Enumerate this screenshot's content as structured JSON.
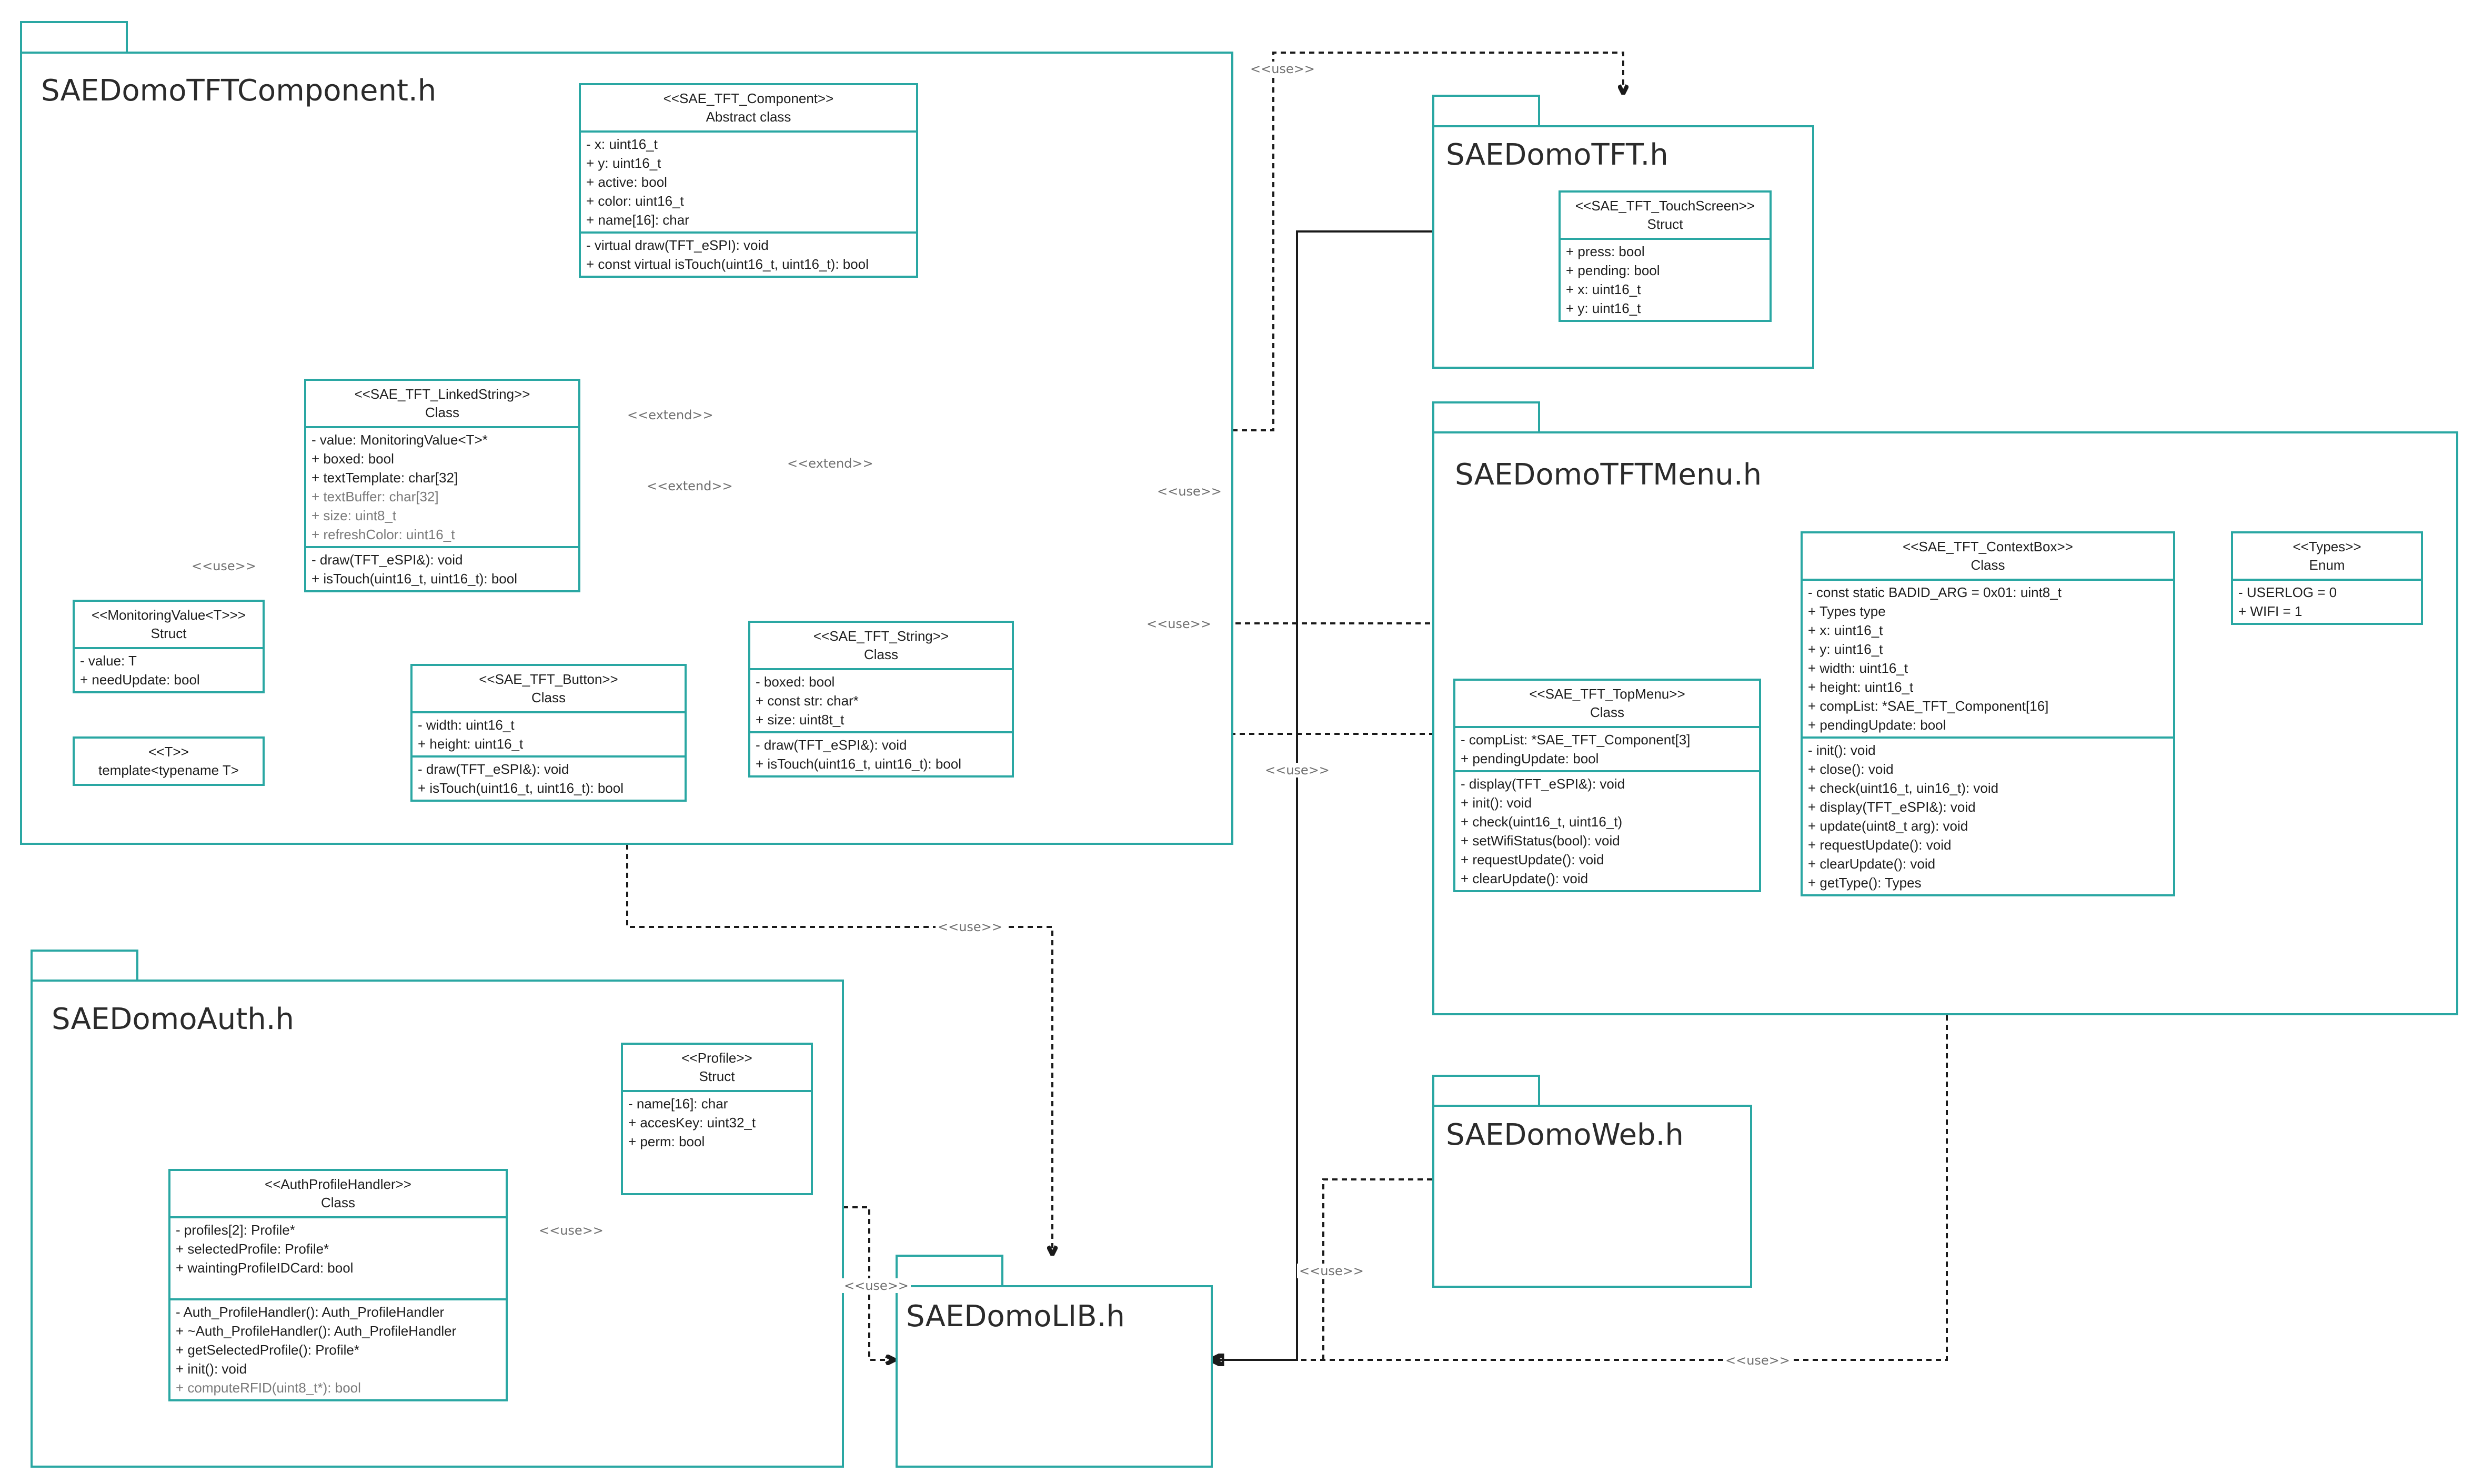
{
  "packages": {
    "component": {
      "title": "SAEDomoTFTComponent.h"
    },
    "tft": {
      "title": "SAEDomoTFT.h"
    },
    "menu": {
      "title": "SAEDomoTFTMenu.h"
    },
    "auth": {
      "title": "SAEDomoAuth.h"
    },
    "web": {
      "title": "SAEDomoWeb.h"
    },
    "lib": {
      "title": "SAEDomoLIB.h"
    }
  },
  "classes": {
    "component": {
      "stereotype": "<<SAE_TFT_Component>>",
      "kind": "Abstract class",
      "attributes": [
        "-  x: uint16_t",
        "+ y: uint16_t",
        "+ active: bool",
        "+ color: uint16_t",
        "+ name[16]: char"
      ],
      "methods": [
        "-  virtual draw(TFT_eSPI): void",
        "+ const virtual isTouch(uint16_t, uint16_t): bool"
      ]
    },
    "linked_string": {
      "stereotype": "<<SAE_TFT_LinkedString>>",
      "kind": "Class",
      "attributes": [
        "-  value: MonitoringValue<T>*",
        "+ boxed: bool",
        "+ textTemplate: char[32]",
        "+ textBuffer: char[32]",
        "+ size: uint8_t",
        "+ refreshColor: uint16_t"
      ],
      "methods": [
        "-  draw(TFT_eSPI&): void",
        "+ isTouch(uint16_t, uint16_t): bool"
      ]
    },
    "monitoring_value": {
      "stereotype": "<<MonitoringValue<T>>>",
      "kind": "Struct",
      "attributes": [
        "-  value: T",
        "+ needUpdate: bool"
      ]
    },
    "template_t": {
      "stereotype": "<<T>>",
      "kind": "template<typename T>"
    },
    "button": {
      "stereotype": "<<SAE_TFT_Button>>",
      "kind": "Class",
      "attributes": [
        "-  width: uint16_t",
        "+ height: uint16_t"
      ],
      "methods": [
        "-  draw(TFT_eSPI&): void",
        "+ isTouch(uint16_t, uint16_t): bool"
      ]
    },
    "string": {
      "stereotype": "<<SAE_TFT_String>>",
      "kind": "Class",
      "attributes": [
        "-  boxed: bool",
        "+ const str: char*",
        "+ size: uint8t_t"
      ],
      "methods": [
        "-  draw(TFT_eSPI&): void",
        "+ isTouch(uint16_t, uint16_t): bool"
      ]
    },
    "touchscreen": {
      "stereotype": "<<SAE_TFT_TouchScreen>>",
      "kind": "Struct",
      "attributes": [
        "+ press: bool",
        "+ pending: bool",
        "+ x: uint16_t",
        "+ y: uint16_t"
      ]
    },
    "context_box": {
      "stereotype": "<<SAE_TFT_ContextBox>>",
      "kind": "Class",
      "attributes": [
        "-  const static BADID_ARG = 0x01: uint8_t",
        "+ Types type",
        "+ x: uint16_t",
        "+ y: uint16_t",
        "+ width: uint16_t",
        "+ height: uint16_t",
        "+ compList: *SAE_TFT_Component[16]",
        "+ pendingUpdate: bool"
      ],
      "methods": [
        "-  init(): void",
        "+ close(): void",
        "+ check(uint16_t, uin16_t): void",
        "+ display(TFT_eSPI&): void",
        "+ update(uint8_t arg): void",
        "+ requestUpdate(): void",
        "+ clearUpdate(): void",
        "+ getType(): Types"
      ]
    },
    "types": {
      "stereotype": "<<Types>>",
      "kind": "Enum",
      "attributes": [
        "-  USERLOG = 0",
        "+ WIFI = 1"
      ]
    },
    "top_menu": {
      "stereotype": "<<SAE_TFT_TopMenu>>",
      "kind": "Class",
      "attributes": [
        "- compList: *SAE_TFT_Component[3]",
        "+ pendingUpdate: bool"
      ],
      "methods": [
        "-  display(TFT_eSPI&): void",
        "+ init(): void",
        "+ check(uint16_t, uint16_t)",
        "+ setWifiStatus(bool): void",
        "+ requestUpdate(): void",
        "+ clearUpdate(): void"
      ]
    },
    "profile": {
      "stereotype": "<<Profile>>",
      "kind": "Struct",
      "attributes": [
        "- name[16]: char",
        "+ accesKey: uint32_t",
        "+ perm: bool"
      ]
    },
    "auth_handler": {
      "stereotype": "<<AuthProfileHandler>>",
      "kind": "Class",
      "attributes": [
        "-  profiles[2]: Profile*",
        "+ selectedProfile: Profile*",
        "+ waintingProfileIDCard: bool"
      ],
      "methods": [
        "-  Auth_ProfileHandler(): Auth_ProfileHandler",
        "+ ~Auth_ProfileHandler(): Auth_ProfileHandler",
        "+ getSelectedProfile(): Profile*",
        "+ init(): void",
        "+ computeRFID(uint8_t*): bool"
      ]
    }
  },
  "relations": {
    "extend": "<<extend>>",
    "use": "<<use>>"
  }
}
